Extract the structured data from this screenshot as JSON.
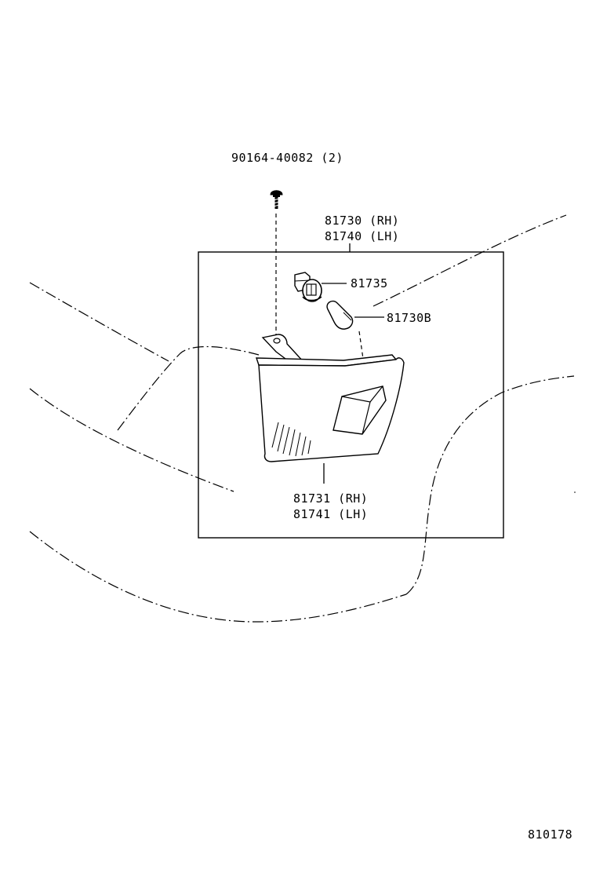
{
  "labels": {
    "screw": "90164-40082 (2)",
    "lamp_assy_rh": "81730 (RH)",
    "lamp_assy_lh": "81740 (LH)",
    "socket": "81735",
    "bulb": "81730B",
    "lens_rh": "81731 (RH)",
    "lens_lh": "81741 (LH)",
    "figure_number": "810178"
  }
}
